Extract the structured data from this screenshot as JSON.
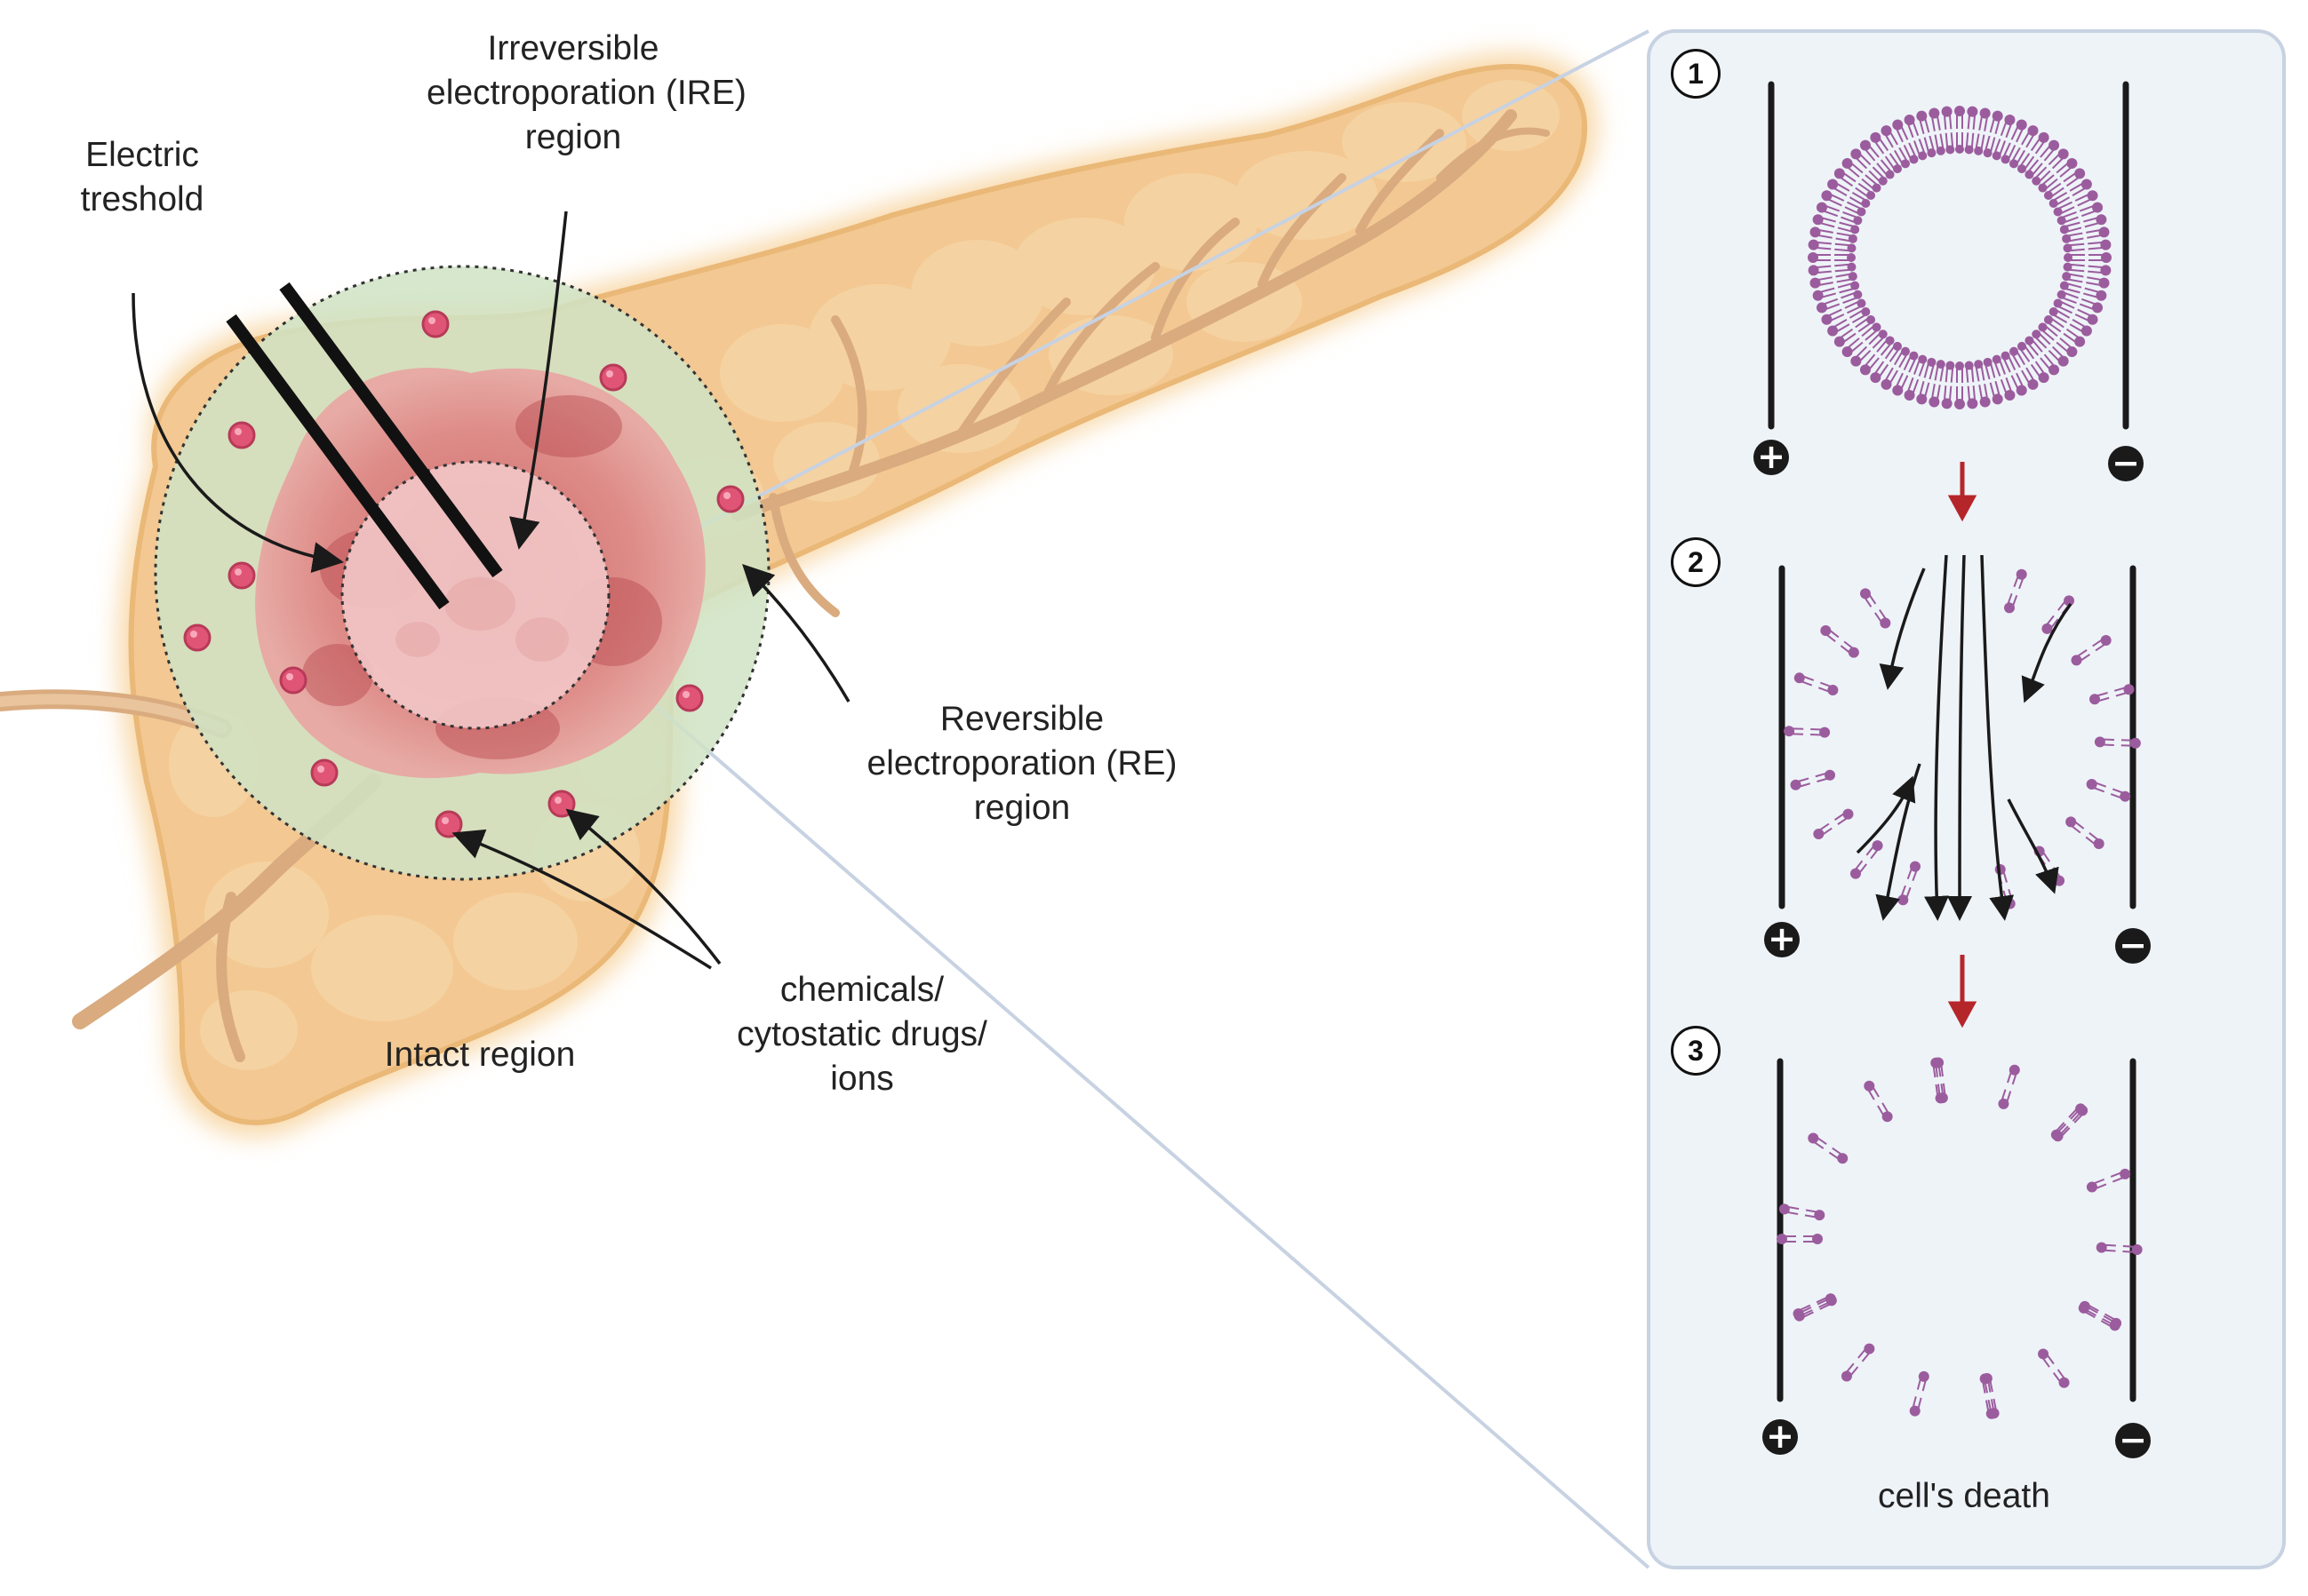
{
  "labels": {
    "irreversible": [
      "Irreversible",
      "electroporation (IRE)",
      "region"
    ],
    "electric": [
      "Electric",
      "treshold"
    ],
    "reversible": [
      "Reversible",
      "electroporation (RE)",
      "region"
    ],
    "chemicals": [
      "chemicals/",
      "cytostatic drugs/",
      "ions"
    ],
    "intact": "Intact region",
    "death": "cell's death"
  },
  "steps": [
    "1",
    "2",
    "3"
  ],
  "signs": {
    "plus": "+",
    "minus": "−"
  },
  "colors": {
    "tissue": "#f3c892",
    "tissue_glow": "#f8dcb0",
    "tissue_edge": "#e0a968",
    "vessel": "#d9ab7f",
    "re_zone": "#cfe3c4",
    "ire_zone": "#f2c2c0",
    "tumor": "#d96a6c",
    "drug": "#e05575",
    "lipid": "#9b5c9e",
    "panel_bg": "#eef3f8",
    "panel_border": "#c7d2e2",
    "red_arrow": "#b5262a"
  },
  "icons": [
    "electrode-needle",
    "drug-particle",
    "lipid-bilayer-cell",
    "current-arrow",
    "red-down-arrow"
  ]
}
